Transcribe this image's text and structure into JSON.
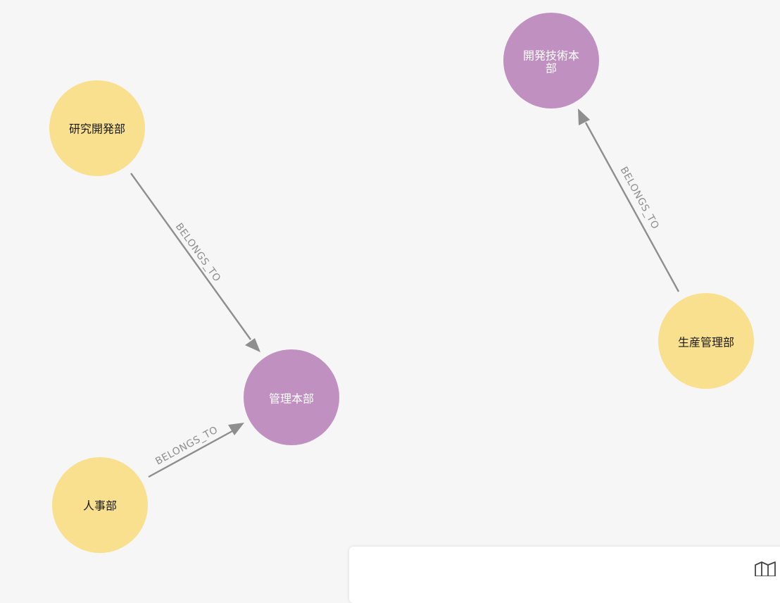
{
  "colors": {
    "background": "#f6f6f7",
    "org_node": "#c091c0",
    "dept_node": "#f9e08e",
    "org_text": "#ffffff",
    "dept_text": "#1a1a1a",
    "edge": "#8e8e8e"
  },
  "graph": {
    "nodes": [
      {
        "id": "kenkyu",
        "label": "研究開発部",
        "kind": "dept"
      },
      {
        "id": "jinji",
        "label": "人事部",
        "kind": "dept"
      },
      {
        "id": "kanri",
        "label": "管理本部",
        "kind": "org"
      },
      {
        "id": "kaihatsu",
        "label_lines": [
          "開発技術本",
          "部"
        ],
        "kind": "org"
      },
      {
        "id": "seisan",
        "label": "生産管理部",
        "kind": "dept"
      }
    ],
    "edges": [
      {
        "from": "kenkyu",
        "to": "kanri",
        "label": "BELONGS_TO"
      },
      {
        "from": "jinji",
        "to": "kanri",
        "label": "BELONGS_TO"
      },
      {
        "from": "seisan",
        "to": "kaihatsu",
        "label": "BELONGS_TO"
      }
    ]
  },
  "toolbar": {
    "map_icon": "map-icon"
  }
}
